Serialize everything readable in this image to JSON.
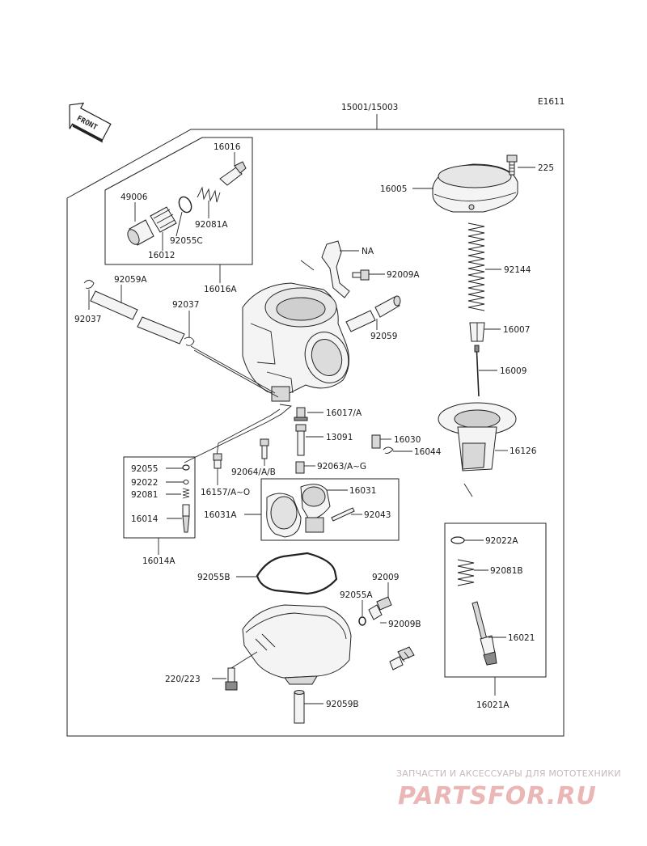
{
  "diagram_code": "E1611",
  "assembly_code": "15001/15003",
  "front_label": "FRONT",
  "labels": {
    "p225": "225",
    "p16005": "16005",
    "p92144": "92144",
    "p16007": "16007",
    "p16009": "16009",
    "p16126": "16126",
    "p16016": "16016",
    "p49006": "49006",
    "p92081A": "92081A",
    "p92055C": "92055C",
    "p16012": "16012",
    "p16016A": "16016A",
    "pNA": "NA",
    "p92009A": "92009A",
    "p92059A": "92059A",
    "p92037_left": "92037",
    "p92037_mid": "92037",
    "p92059": "92059",
    "p16017": "16017/A",
    "p13091": "13091",
    "p16030": "16030",
    "p16044": "16044",
    "p92064": "92064/A/B",
    "p92063": "92063/A~G",
    "p92055": "92055",
    "p92022": "92022",
    "p92081": "92081",
    "p16014": "16014",
    "p16014A": "16014A",
    "p16157": "16157/A~O",
    "p16031": "16031",
    "p16031A": "16031A",
    "p92043": "92043",
    "p92022A": "92022A",
    "p92081B": "92081B",
    "p16021": "16021",
    "p16021A": "16021A",
    "p92055B": "92055B",
    "p92009": "92009",
    "p92055A": "92055A",
    "p92009B": "92009B",
    "p220_223": "220/223",
    "p92059B": "92059B"
  },
  "watermark": {
    "caption": "ЗАПЧАСТИ И АКСЕССУАРЫ ДЛЯ МОТОТЕХНИКИ",
    "brand": "PARTSFOR.RU"
  }
}
